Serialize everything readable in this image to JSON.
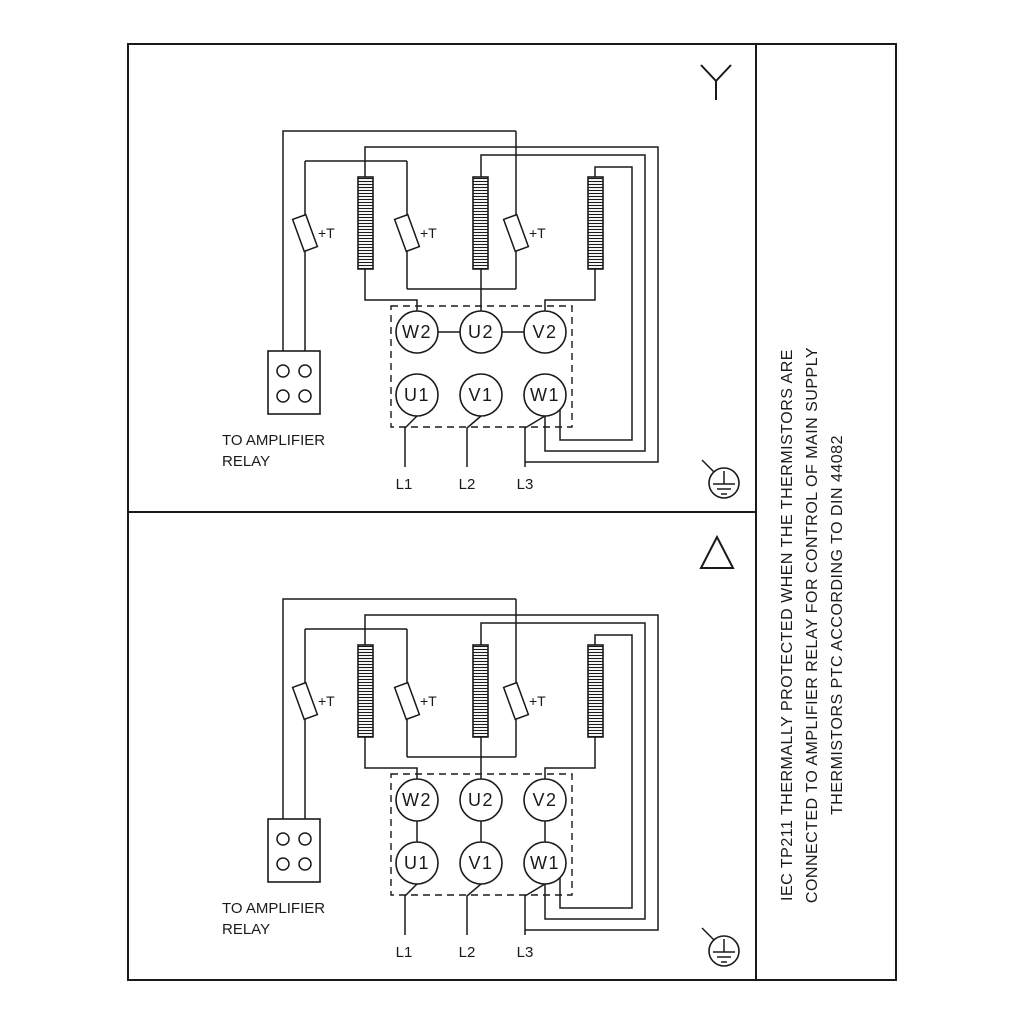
{
  "page": {
    "background": "#ffffff",
    "line_color": "#1a1a1a"
  },
  "side_note": {
    "line1": "IEC TP211 THERMALLY PROTECTED WHEN THE THERMISTORS ARE",
    "line2": "CONNECTED TO AMPLIFIER RELAY FOR CONTROL OF MAIN SUPPLY",
    "line3": "THERMISTORS PTC ACCORDING TO DIN 44082"
  },
  "panels": [
    {
      "connection": "star",
      "symbol_icon": "star-icon",
      "terminals_top": [
        "W2",
        "U2",
        "V2"
      ],
      "terminals_bottom": [
        "U1",
        "V1",
        "W1"
      ],
      "supply_labels": [
        "L1",
        "L2",
        "L3"
      ],
      "thermistor_label": "+T",
      "relay_note_line1": "TO AMPLIFIER",
      "relay_note_line2": "RELAY"
    },
    {
      "connection": "delta",
      "symbol_icon": "delta-icon",
      "terminals_top": [
        "W2",
        "U2",
        "V2"
      ],
      "terminals_bottom": [
        "U1",
        "V1",
        "W1"
      ],
      "supply_labels": [
        "L1",
        "L2",
        "L3"
      ],
      "thermistor_label": "+T",
      "relay_note_line1": "TO AMPLIFIER",
      "relay_note_line2": "RELAY"
    }
  ]
}
